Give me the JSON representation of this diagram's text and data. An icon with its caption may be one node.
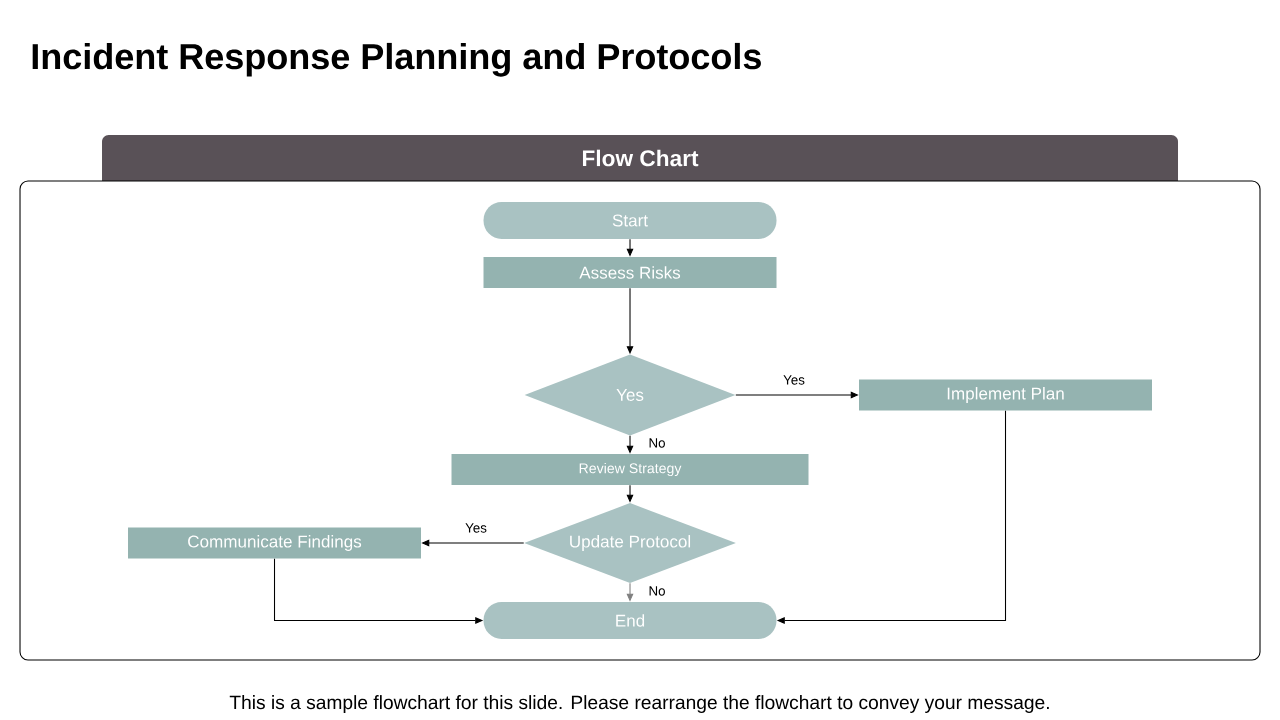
{
  "diagram": {
    "title": "Incident Response Planning and Protocols",
    "caption": "This is a sample flowchart for this slide. Please rearrange the flowchart to convey your message.",
    "nodes": [
      {
        "text": [
          "Flow Chart"
        ]
      },
      {
        "text": [
          "Start"
        ],
        "in": 0
      },
      {
        "text": [
          "Assess Risks"
        ],
        "in": 0
      },
      {
        "text": [
          "Yes"
        ],
        "in": 0
      },
      {
        "text": [
          "Implement Plan"
        ],
        "in": 0
      },
      {
        "text": [
          "Review Strategy"
        ],
        "in": 0
      },
      {
        "text": [
          "Update Protocol"
        ],
        "in": 0
      },
      {
        "text": [
          "Communicate Findings"
        ],
        "in": 0
      },
      {
        "text": [
          "End"
        ],
        "in": 0
      }
    ],
    "edges": [
      {
        "from": 1,
        "to": 2,
        "arrow": "to"
      },
      {
        "from": 2,
        "to": 3,
        "arrow": "to"
      },
      {
        "from": 3,
        "to": 4,
        "arrow": "to",
        "label": "Yes"
      },
      {
        "from": 3,
        "to": 5,
        "arrow": "to",
        "label": "No"
      },
      {
        "from": 5,
        "to": 6,
        "arrow": "to"
      },
      {
        "from": 6,
        "to": 7,
        "arrow": "to",
        "label": "Yes"
      },
      {
        "from": 6,
        "to": 8,
        "arrow": "to",
        "label": "No",
        "color": "#7f7f7f"
      },
      {
        "from": 7,
        "to": 8,
        "arrow": "to"
      },
      {
        "from": 4,
        "to": 8,
        "arrow": "to"
      }
    ]
  }
}
